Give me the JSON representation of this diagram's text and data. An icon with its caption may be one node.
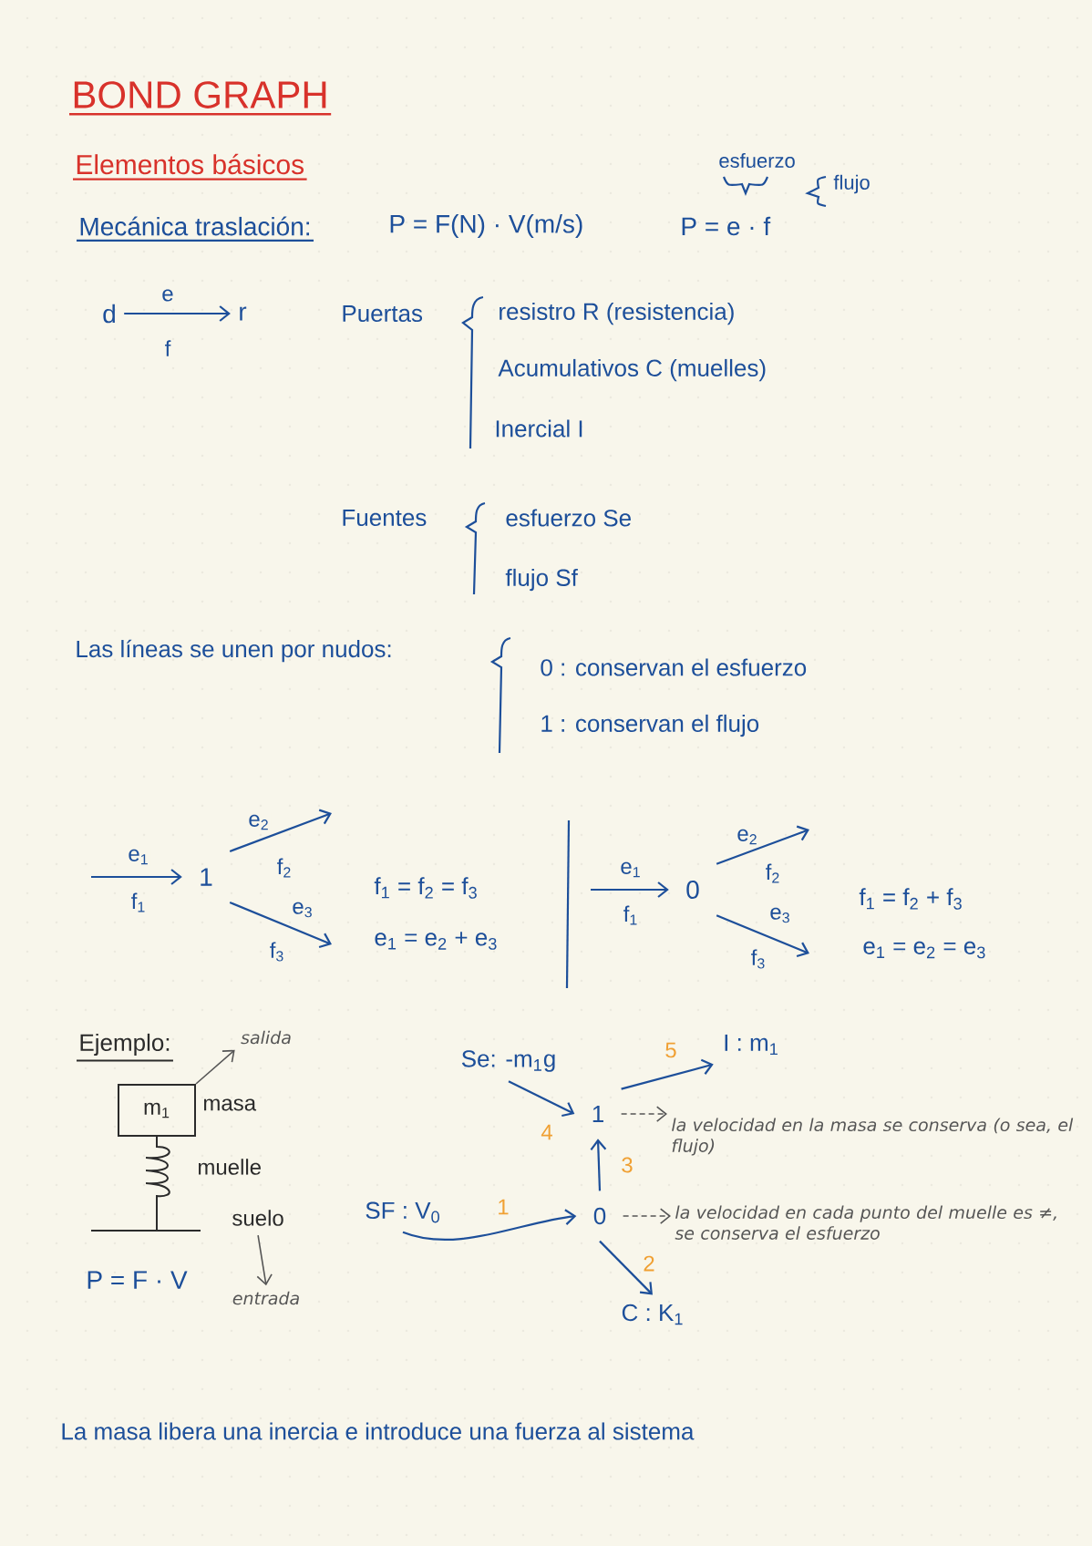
{
  "diagram": {
    "title": "BOND GRAPH",
    "nodes": [
      {
        "text": [
          "d"
        ]
      },
      {
        "text": [
          "r"
        ]
      },
      {
        "text": [
          "1"
        ]
      },
      {
        "text": [
          "0"
        ]
      },
      {
        "text": [
          "m$_{1}$"
        ],
        "beside": [
          "masa"
        ]
      },
      {
        "text": [
          "salida"
        ]
      },
      {
        "text": [
          "suelo"
        ]
      },
      {
        "text": [
          "entrada"
        ]
      },
      {
        "text": [
          "Se: -m$_{1}$g"
        ]
      },
      {
        "text": [
          "I : m$_{1}$"
        ]
      },
      {
        "text": [
          "1"
        ]
      },
      {
        "text": [
          "la velocidad en la masa se conserva (o sea, el flujo)"
        ]
      },
      {
        "text": [
          "SF : V$_{0}$"
        ]
      },
      {
        "text": [
          "0"
        ]
      },
      {
        "text": [
          "la velocidad en cada punto del muelle es ≠, se conserva el esfuerzo"
        ]
      },
      {
        "text": [
          "C : K$_{1}$"
        ]
      }
    ],
    "edges": [
      {
        "from": 0,
        "to": 1,
        "arrow": "to",
        "label": "e"
      },
      {
        "from": null,
        "to": 2,
        "arrow": "to",
        "label": "e$_{1}$"
      },
      {
        "from": 2,
        "to": null,
        "arrow": "to",
        "label": "e$_{2}$"
      },
      {
        "from": 2,
        "to": null,
        "arrow": "to",
        "label": "e$_{3}$"
      },
      {
        "from": null,
        "to": 3,
        "arrow": "to",
        "label": "e$_{1}$"
      },
      {
        "from": 3,
        "to": null,
        "arrow": "to",
        "label": "e$_{2}$"
      },
      {
        "from": 3,
        "to": null,
        "arrow": "to",
        "label": "e$_{3}$"
      },
      {
        "from": 4,
        "to": 5,
        "arrow": "to",
        "color": "#555555"
      },
      {
        "from": 6,
        "to": 7,
        "arrow": "to",
        "color": "#555555"
      },
      {
        "from": 8,
        "to": 10,
        "arrow": "to",
        "label": "4"
      },
      {
        "from": 10,
        "to": 9,
        "arrow": "to",
        "label": "5"
      },
      {
        "from": 10,
        "to": 11,
        "arrow": "to",
        "style": "dashed",
        "color": "#555555"
      },
      {
        "from": 13,
        "to": 10,
        "arrow": "to",
        "label": "3"
      },
      {
        "from": 12,
        "to": 13,
        "arrow": "to",
        "label": "1"
      },
      {
        "from": 13,
        "to": 14,
        "arrow": "to",
        "style": "dashed",
        "color": "#555555"
      },
      {
        "from": 13,
        "to": 15,
        "arrow": "to",
        "label": "2"
      }
    ],
    "labels": [
      "Elementos básicos",
      "Mecánica traslación:",
      "esfuerzo",
      "flujo",
      "P = F(N) · V(m/s)",
      "P = e · f",
      "f",
      "Puertas",
      "resistro R (resistencia)",
      "Acumulativos C (muelles)",
      "Inercial I",
      "Fuentes",
      "esfuerzo Se",
      "flujo Sf",
      "Las líneas se unen por nudos:",
      "0 : conservan el esfuerzo",
      "1 : conservan el flujo",
      "f$_{1}$",
      "f$_{2}$",
      "f$_{3}$",
      "f$_{1}$ = f$_{2}$ = f$_{3}$",
      "e$_{1}$ = e$_{2}$ + e$_{3}$",
      "f$_{1}$",
      "f$_{2}$",
      "f$_{3}$",
      "f$_{1}$ = f$_{2}$ + f$_{3}$",
      "e$_{1}$ = e$_{2}$ = e$_{3}$",
      "Ejemplo:",
      "muelle",
      "P = F · V",
      "La masa libera una inercia e introduce una fuerza al sistema"
    ]
  }
}
